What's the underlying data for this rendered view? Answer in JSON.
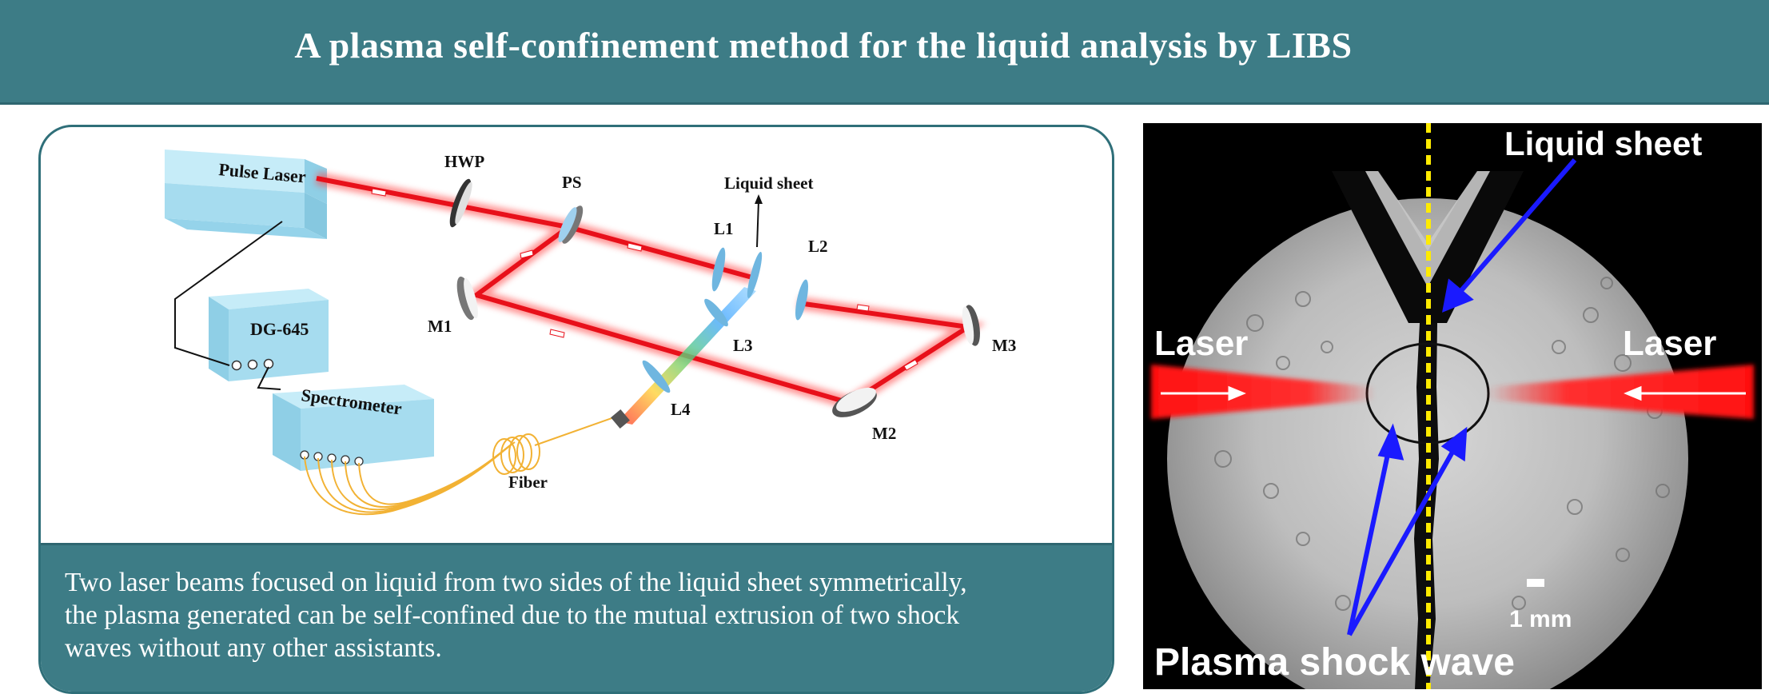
{
  "header": {
    "title": "A plasma self-confinement method for the liquid analysis by LIBS"
  },
  "setup_diagram": {
    "labels": {
      "pulse_laser": "Pulse Laser",
      "dg645": "DG-645",
      "spectrometer": "Spectrometer",
      "fiber": "Fiber",
      "hwp": "HWP",
      "ps": "PS",
      "liquid_sheet": "Liquid sheet",
      "l1": "L1",
      "l2": "L2",
      "l3": "L3",
      "l4": "L4",
      "m1": "M1",
      "m2": "M2",
      "m3": "M3"
    },
    "colors": {
      "box": "#a6dcef",
      "beam": "#e8101a",
      "fiber": "#f2b234",
      "optic": "#6fb6e0"
    }
  },
  "caption": {
    "line1": "Two laser beams focused on liquid from two sides of the liquid sheet symmetrically,",
    "line2": "the plasma generated can be self-confined due to the mutual extrusion of two shock",
    "line3": "waves without any other assistants."
  },
  "photo": {
    "label_liquid_sheet": "Liquid sheet",
    "label_laser_left": "Laser",
    "label_laser_right": "Laser",
    "label_shock_wave": "Plasma shock wave",
    "scale_bar": "1 mm",
    "colors": {
      "arrow": "#1a1aff",
      "center_line": "#ffeb00",
      "beam": "#ff1010"
    }
  }
}
